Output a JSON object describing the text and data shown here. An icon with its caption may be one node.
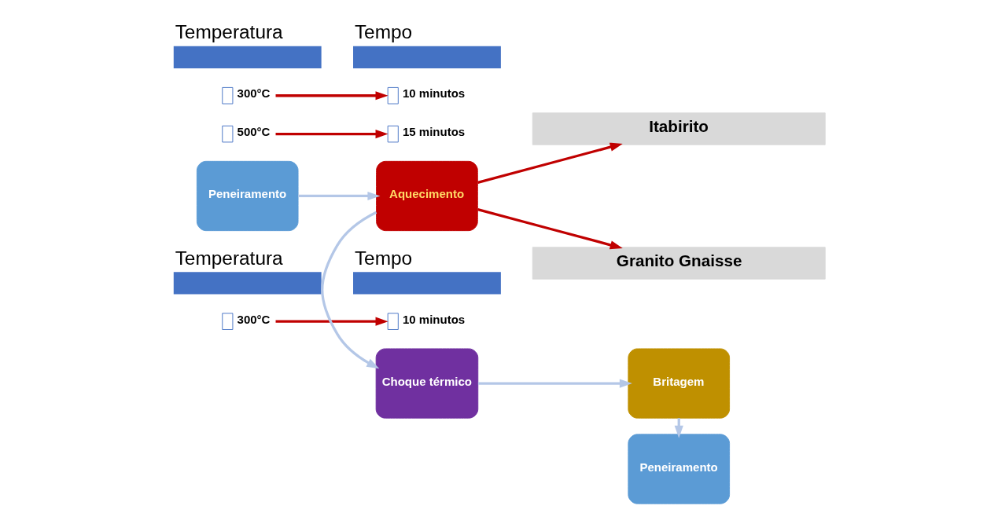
{
  "diagram": {
    "nodes": [
      {
        "text": [
          "Peneiramento"
        ]
      },
      {
        "text": [
          "Aquecimento"
        ]
      },
      {
        "text": [
          "Choque térmico"
        ]
      },
      {
        "text": [
          "Britagem"
        ]
      },
      {
        "text": [
          "Peneiramento"
        ]
      },
      {
        "text": [
          "Itabirito"
        ]
      },
      {
        "text": [
          "Granito Gnaisse"
        ]
      },
      {
        "text": [
          "Temperatura"
        ]
      },
      {
        "text": [
          "Tempo"
        ]
      },
      {
        "text": [
          "300°C"
        ]
      },
      {
        "text": [
          "10 minutos"
        ]
      },
      {
        "text": [
          "500°C"
        ]
      },
      {
        "text": [
          "15 minutos"
        ]
      },
      {
        "text": [
          "Temperatura"
        ]
      },
      {
        "text": [
          "Tempo"
        ]
      },
      {
        "text": [
          "300°C"
        ]
      },
      {
        "text": [
          "10 minutos"
        ]
      }
    ],
    "edges": [
      {
        "from": 0,
        "to": 1,
        "arrow": "to",
        "color": "#b4c7e7"
      },
      {
        "from": 1,
        "to": 2,
        "arrow": "to",
        "color": "#b4c7e7"
      },
      {
        "from": 2,
        "to": 3,
        "arrow": "to",
        "color": "#b4c7e7"
      },
      {
        "from": 3,
        "to": 4,
        "arrow": "to",
        "color": "#b4c7e7"
      },
      {
        "from": 1,
        "to": 5,
        "arrow": "to"
      },
      {
        "from": 1,
        "to": 6,
        "arrow": "to"
      },
      {
        "from": 9,
        "to": 10,
        "arrow": "to"
      },
      {
        "from": 11,
        "to": 12,
        "arrow": "to"
      },
      {
        "from": 15,
        "to": 16,
        "arrow": "to"
      }
    ]
  }
}
